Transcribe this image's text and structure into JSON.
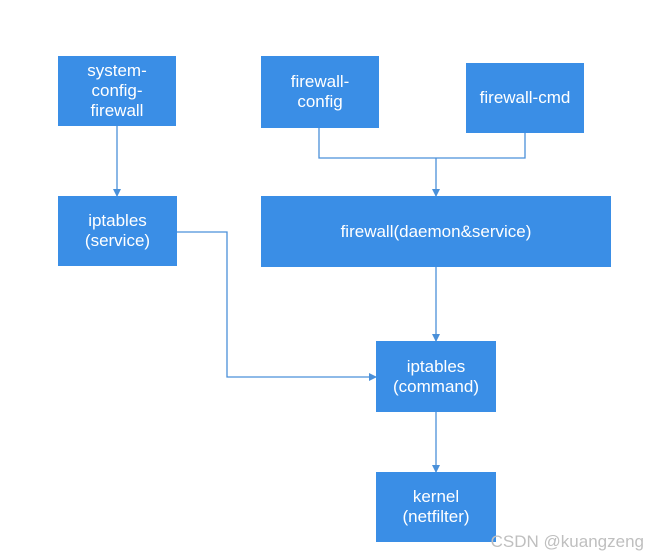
{
  "colors": {
    "node_fill": "#3a8ee6",
    "node_text": "#ffffff",
    "edge": "#4a90d9",
    "watermark": "#bfbfbf"
  },
  "nodes": {
    "system_config_firewall": {
      "lines": [
        "system-",
        "config-",
        "firewall"
      ]
    },
    "firewall_config": {
      "lines": [
        "firewall-",
        "config"
      ]
    },
    "firewall_cmd": {
      "lines": [
        "firewall-cmd"
      ]
    },
    "iptables_service": {
      "lines": [
        "iptables",
        "(service)"
      ]
    },
    "firewall_daemon": {
      "lines": [
        "firewall(daemon&service)"
      ]
    },
    "iptables_command": {
      "lines": [
        "iptables",
        "(command)"
      ]
    },
    "kernel": {
      "lines": [
        "kernel",
        "(netfilter)"
      ]
    }
  },
  "watermark": "CSDN @kuangzeng"
}
